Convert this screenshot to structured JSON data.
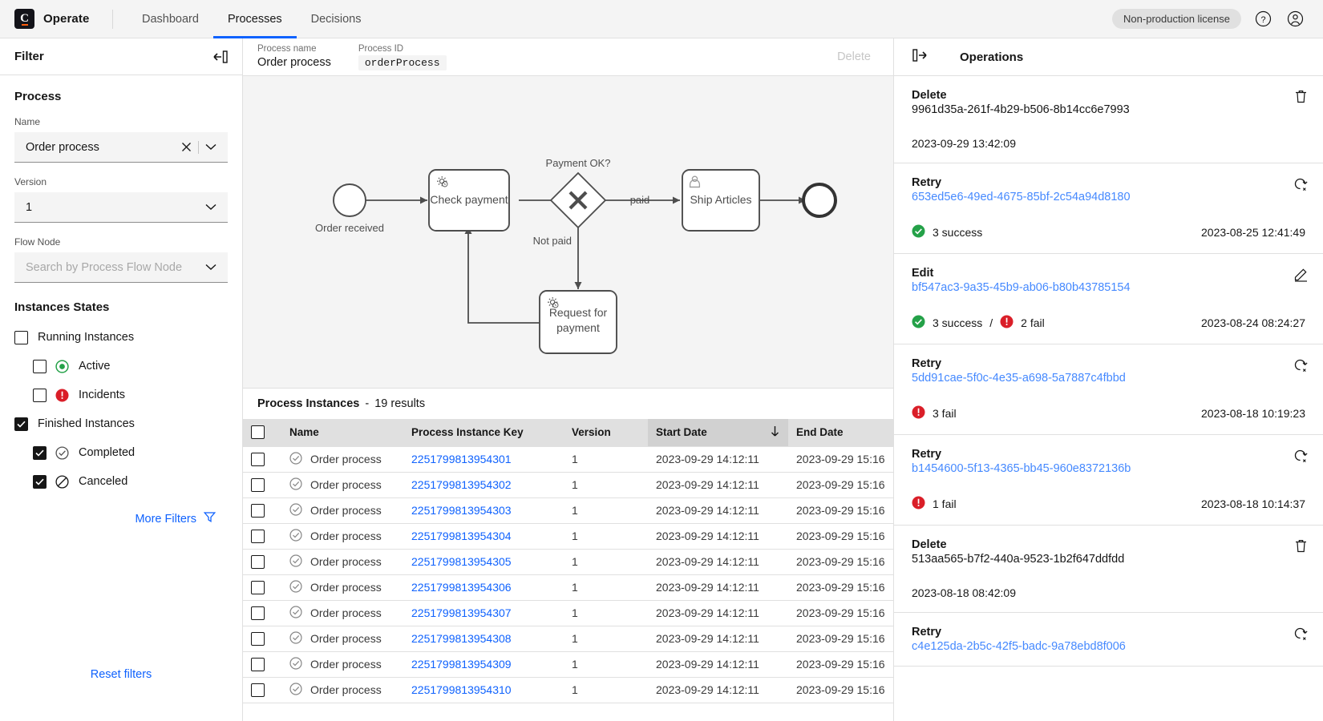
{
  "header": {
    "brand": "Operate",
    "logo_letter": "C",
    "nav": [
      {
        "label": "Dashboard",
        "active": false
      },
      {
        "label": "Processes",
        "active": true
      },
      {
        "label": "Decisions",
        "active": false
      }
    ],
    "license_badge": "Non-production license",
    "help_icon": "help-icon",
    "user_icon": "user-avatar-icon"
  },
  "filters": {
    "title": "Filter",
    "collapse_icon": "collapse-panel-icon",
    "process_section": "Process",
    "name_label": "Name",
    "name_value": "Order process",
    "version_label": "Version",
    "version_value": "1",
    "flownode_label": "Flow Node",
    "flownode_placeholder": "Search by Process Flow Node",
    "states_title": "Instances States",
    "states": [
      {
        "label": "Running Instances",
        "checked": false,
        "indent": false,
        "icon": null
      },
      {
        "label": "Active",
        "checked": false,
        "indent": true,
        "icon": "active-icon"
      },
      {
        "label": "Incidents",
        "checked": false,
        "indent": true,
        "icon": "incident-icon"
      },
      {
        "label": "Finished Instances",
        "checked": true,
        "indent": false,
        "icon": null
      },
      {
        "label": "Completed",
        "checked": true,
        "indent": true,
        "icon": "completed-icon"
      },
      {
        "label": "Canceled",
        "checked": true,
        "indent": true,
        "icon": "canceled-icon"
      }
    ],
    "more_filters": "More Filters",
    "more_filters_icon": "funnel-icon",
    "reset_filters": "Reset filters"
  },
  "process": {
    "name_label": "Process name",
    "name_value": "Order process",
    "id_label": "Process ID",
    "id_value": "orderProcess",
    "delete_label": "Delete"
  },
  "diagram": {
    "start_event": "Order received",
    "task_check_payment": "Check payment",
    "gateway_label": "Payment OK?",
    "flow_paid": "paid",
    "flow_not_paid": "Not paid",
    "task_ship": "Ship Articles",
    "task_request": "Request for payment",
    "end_event": ""
  },
  "table": {
    "title": "Process Instances",
    "separator": "-",
    "results": "19 results",
    "columns": [
      "Name",
      "Process Instance Key",
      "Version",
      "Start Date",
      "End Date"
    ],
    "sorted_column": "Start Date",
    "sort_direction": "desc",
    "rows": [
      {
        "name": "Order process",
        "key": "2251799813954301",
        "version": "1",
        "start": "2023-09-29 14:12:11",
        "end": "2023-09-29 15:16"
      },
      {
        "name": "Order process",
        "key": "2251799813954302",
        "version": "1",
        "start": "2023-09-29 14:12:11",
        "end": "2023-09-29 15:16"
      },
      {
        "name": "Order process",
        "key": "2251799813954303",
        "version": "1",
        "start": "2023-09-29 14:12:11",
        "end": "2023-09-29 15:16"
      },
      {
        "name": "Order process",
        "key": "2251799813954304",
        "version": "1",
        "start": "2023-09-29 14:12:11",
        "end": "2023-09-29 15:16"
      },
      {
        "name": "Order process",
        "key": "2251799813954305",
        "version": "1",
        "start": "2023-09-29 14:12:11",
        "end": "2023-09-29 15:16"
      },
      {
        "name": "Order process",
        "key": "2251799813954306",
        "version": "1",
        "start": "2023-09-29 14:12:11",
        "end": "2023-09-29 15:16"
      },
      {
        "name": "Order process",
        "key": "2251799813954307",
        "version": "1",
        "start": "2023-09-29 14:12:11",
        "end": "2023-09-29 15:16"
      },
      {
        "name": "Order process",
        "key": "2251799813954308",
        "version": "1",
        "start": "2023-09-29 14:12:11",
        "end": "2023-09-29 15:16"
      },
      {
        "name": "Order process",
        "key": "2251799813954309",
        "version": "1",
        "start": "2023-09-29 14:12:11",
        "end": "2023-09-29 15:16"
      },
      {
        "name": "Order process",
        "key": "2251799813954310",
        "version": "1",
        "start": "2023-09-29 14:12:11",
        "end": "2023-09-29 15:16"
      }
    ]
  },
  "operations": {
    "title": "Operations",
    "expand_icon": "expand-panel-icon",
    "items": [
      {
        "type": "Delete",
        "id": "9961d35a-261f-4b29-b506-8b14cc6e7993",
        "id_is_link": false,
        "action_icon": "trash-icon",
        "success": null,
        "fail": null,
        "time": "2023-09-29 13:42:09",
        "time_only": true
      },
      {
        "type": "Retry",
        "id": "653ed5e6-49ed-4675-85bf-2c54a94d8180",
        "id_is_link": true,
        "action_icon": "retry-icon",
        "success": "3 success",
        "fail": null,
        "time": "2023-08-25 12:41:49",
        "time_only": false
      },
      {
        "type": "Edit",
        "id": "bf547ac3-9a35-45b9-ab06-b80b43785154",
        "id_is_link": true,
        "action_icon": "edit-icon",
        "success": "3 success",
        "fail": "2 fail",
        "time": "2023-08-24 08:24:27",
        "time_only": false
      },
      {
        "type": "Retry",
        "id": "5dd91cae-5f0c-4e35-a698-5a7887c4fbbd",
        "id_is_link": true,
        "action_icon": "retry-icon",
        "success": null,
        "fail": "3 fail",
        "time": "2023-08-18 10:19:23",
        "time_only": false
      },
      {
        "type": "Retry",
        "id": "b1454600-5f13-4365-bb45-960e8372136b",
        "id_is_link": true,
        "action_icon": "retry-icon",
        "success": null,
        "fail": "1 fail",
        "time": "2023-08-18 10:14:37",
        "time_only": false
      },
      {
        "type": "Delete",
        "id": "513aa565-b7f2-440a-9523-1b2f647ddfdd",
        "id_is_link": false,
        "action_icon": "trash-icon",
        "success": null,
        "fail": null,
        "time": "2023-08-18 08:42:09",
        "time_only": true
      },
      {
        "type": "Retry",
        "id": "c4e125da-2b5c-42f5-badc-9a78ebd8f006",
        "id_is_link": true,
        "action_icon": "retry-icon",
        "success": null,
        "fail": null,
        "time": "",
        "time_only": false
      }
    ]
  },
  "colors": {
    "accent": "#0f62fe",
    "link": "#4589ff",
    "success": "#24a148",
    "error": "#da1e28",
    "brand_orange": "#fc5d0d",
    "panel_bg": "#f4f4f4"
  }
}
